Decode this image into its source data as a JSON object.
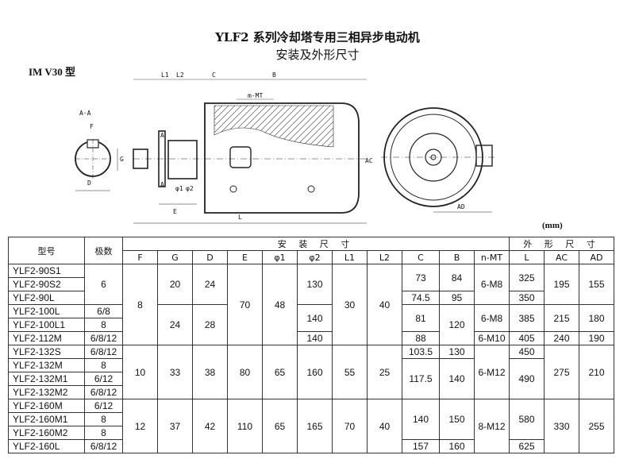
{
  "title_line1": "YLF2 系列冷却塔专用三相异步电动机",
  "title_line2": "安装及外形尺寸",
  "mounting_label": "IM   V30 型",
  "unit_label": "(mm)",
  "drawing_labels": {
    "L1": "L1",
    "L2": "L2",
    "C": "C",
    "B": "B",
    "nMT": "m-MT",
    "AA": "A-A",
    "F": "F",
    "G": "G",
    "D": "D",
    "A": "A",
    "phi1": "φ1",
    "phi2": "φ2",
    "E": "E",
    "L": "L",
    "AC": "AC",
    "AD": "AD"
  },
  "table": {
    "col_model": "型号",
    "col_poles": "极数",
    "group_install": "安 装 尺 寸",
    "group_outline": "外 形 尺 寸",
    "sub_headers": [
      "F",
      "G",
      "D",
      "E",
      "φ1",
      "φ2",
      "L1",
      "L2",
      "C",
      "B",
      "n-MT",
      "L",
      "AC",
      "AD"
    ],
    "models": [
      "YLF2-90S1",
      "YLF2-90S2",
      "YLF2-90L",
      "YLF2-100L",
      "YLF2-100L1",
      "YLF2-112M",
      "YLF2-132S",
      "YLF2-132M",
      "YLF2-132M1",
      "YLF2-132M2",
      "YLF2-160M",
      "YLF2-160M1",
      "YLF2-160M2",
      "YLF2-160L"
    ],
    "cells": {
      "poles_90": "6",
      "poles_100L": "6/8",
      "poles_100L1": "8",
      "poles_112M": "6/8/12",
      "poles_132S": "6/8/12",
      "poles_132M": "8",
      "poles_132M1": "6/12",
      "poles_132M2": "6/8/12",
      "poles_160M": "6/12",
      "poles_160M1": "8",
      "poles_160M2": "8",
      "poles_160L": "6/8/12",
      "F_a": "8",
      "F_b": "10",
      "F_c": "12",
      "G_a": "20",
      "G_b": "24",
      "G_c": "33",
      "G_d": "37",
      "D_a": "24",
      "D_b": "28",
      "D_c": "38",
      "D_d": "42",
      "E_a": "70",
      "E_b": "80",
      "E_c": "110",
      "phi1_a": "48",
      "phi1_b": "65",
      "phi1_c": "65",
      "phi2_a": "130",
      "phi2_b": "140",
      "phi2_c": "140",
      "phi2_d": "160",
      "phi2_e": "165",
      "L1_a": "30",
      "L1_b": "55",
      "L1_c": "70",
      "L2_a": "40",
      "L2_b": "25",
      "L2_c": "40",
      "C_90S": "73",
      "C_90L": "74.5",
      "C_100": "81",
      "C_112": "88",
      "C_132S": "103.5",
      "C_132M": "117.5",
      "C_160M": "140",
      "C_160L": "157",
      "B_90S": "84",
      "B_90L": "95",
      "B_100": "120",
      "B_132S": "130",
      "B_132M": "140",
      "B_160M": "150",
      "B_160L": "160",
      "nMT_a": "6-M8",
      "nMT_b": "6-M8",
      "nMT_c": "6-M10",
      "nMT_d": "6-M12",
      "nMT_e": "8-M12",
      "L_90S": "325",
      "L_90L": "350",
      "L_100": "385",
      "L_112": "405",
      "L_132S": "450",
      "L_132M": "490",
      "L_160M": "580",
      "L_160L": "625",
      "AC_90": "195",
      "AC_100": "215",
      "AC_112": "240",
      "AC_132": "275",
      "AC_160": "330",
      "AD_90": "155",
      "AD_100": "180",
      "AD_112": "190",
      "AD_132": "210",
      "AD_160": "255"
    }
  }
}
